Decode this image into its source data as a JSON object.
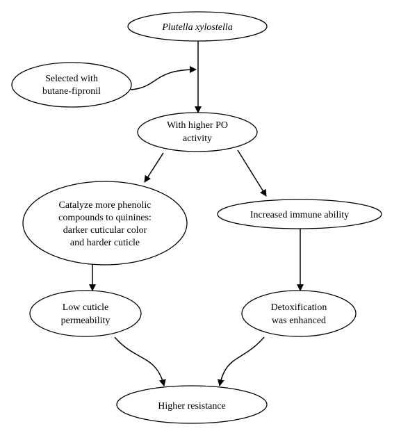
{
  "diagram": {
    "nodes": {
      "species": {
        "lines": [
          "Plutella xylostella"
        ]
      },
      "selected": {
        "lines": [
          "Selected with",
          "butane-fipronil"
        ]
      },
      "po_activity": {
        "lines": [
          "With higher PO",
          "activity"
        ]
      },
      "catalyze": {
        "lines": [
          "Catalyze more phenolic",
          "compounds to quinines:",
          "darker cuticular color",
          "and harder cuticle"
        ]
      },
      "immune": {
        "lines": [
          "Increased immune ability"
        ]
      },
      "low_permeability": {
        "lines": [
          "Low cuticle",
          "permeability"
        ]
      },
      "detox": {
        "lines": [
          "Detoxification",
          "was enhanced"
        ]
      },
      "resistance": {
        "lines": [
          "Higher resistance"
        ]
      }
    }
  }
}
